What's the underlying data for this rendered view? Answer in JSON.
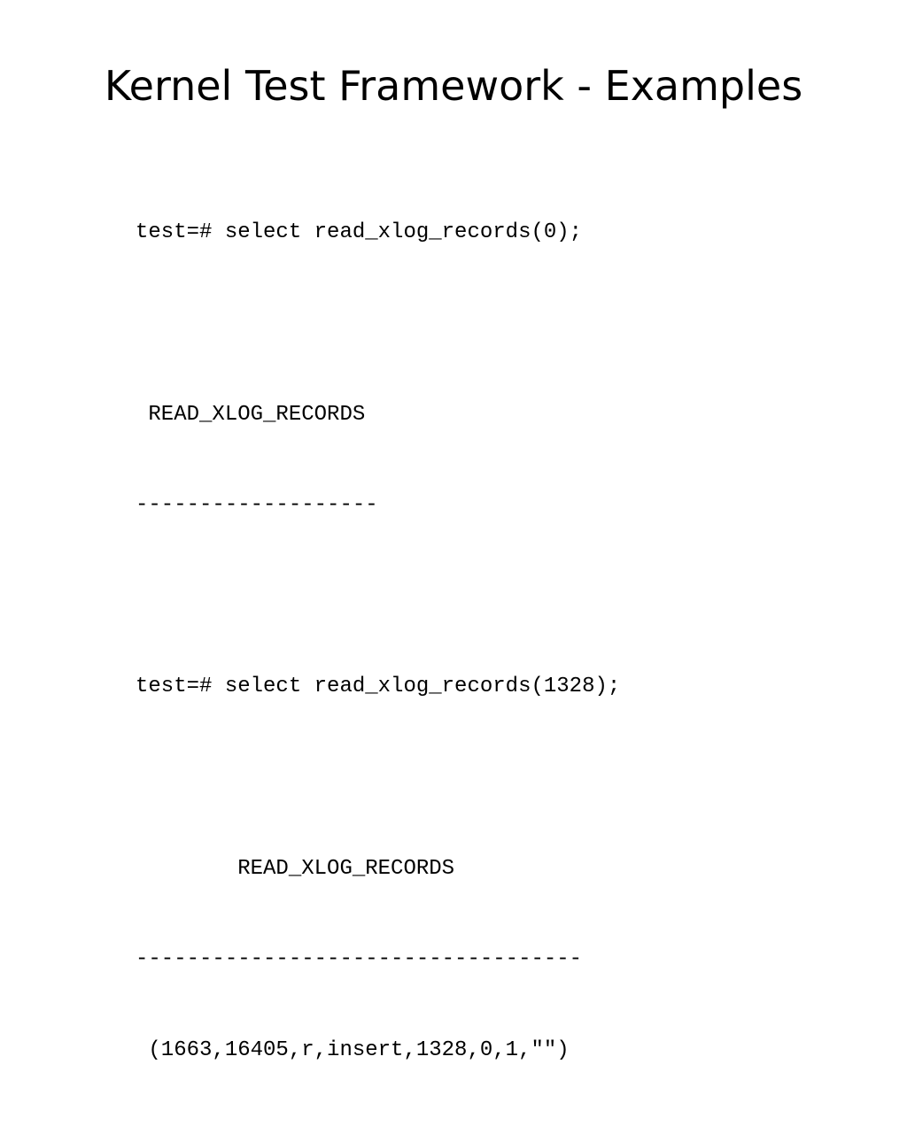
{
  "slide": {
    "title": "Kernel Test Framework - Examples",
    "code_lines": [
      "test=# select read_xlog_records(0);",
      "",
      " READ_XLOG_RECORDS",
      "-------------------",
      "",
      "test=# select read_xlog_records(1328);",
      "",
      "        READ_XLOG_RECORDS",
      "-----------------------------------",
      " (1663,16405,r,insert,1328,0,1,\"\")"
    ]
  }
}
